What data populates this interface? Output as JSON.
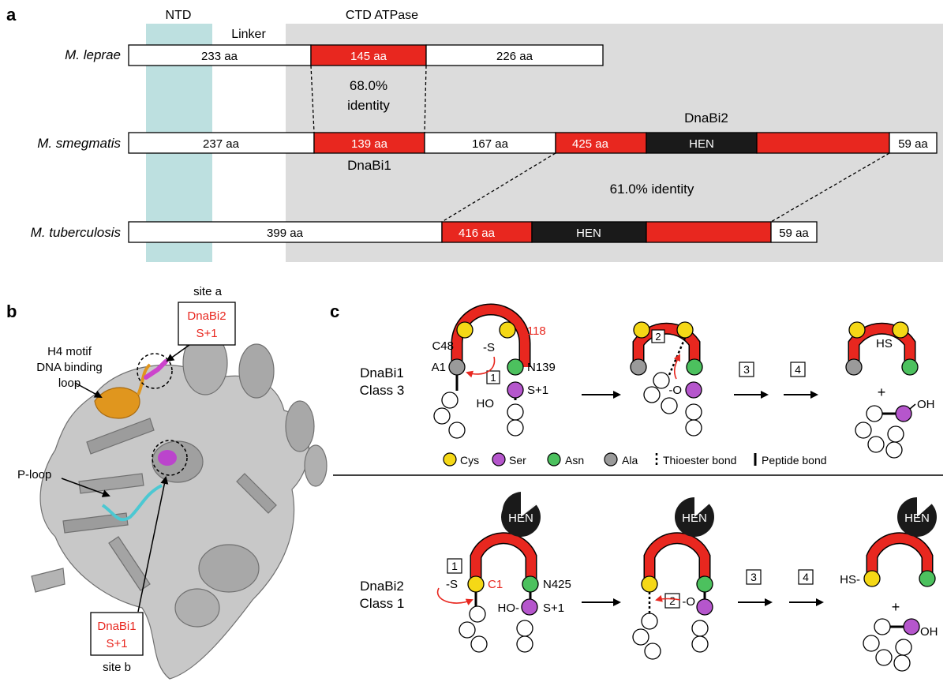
{
  "panels": {
    "a": "a",
    "b": "b",
    "c": "c"
  },
  "panel_a": {
    "header_ntd": "NTD",
    "header_ctd": "CTD ATPase",
    "header_linker": "Linker",
    "species": {
      "leprae": "M. leprae",
      "smegmatis": "M. smegmatis",
      "tuberculosis": "M. tuberculosis"
    },
    "leprae_segments": [
      "233 aa",
      "145 aa",
      "226 aa"
    ],
    "smegmatis_segments": [
      "237 aa",
      "139 aa",
      "167 aa",
      "425 aa",
      "HEN",
      "59 aa"
    ],
    "tuberculosis_segments": [
      "399 aa",
      "416 aa",
      "HEN",
      "59 aa"
    ],
    "identity_1_line1": "68.0%",
    "identity_1_line2": "identity",
    "identity_2": "61.0% identity",
    "dnabi1_label": "DnaBi1",
    "dnabi2_label": "DnaBi2"
  },
  "panel_b": {
    "site_a": "site a",
    "site_a_box_line1": "DnaBi2",
    "site_a_box_line2": "S+1",
    "h4_line1": "H4 motif",
    "h4_line2": "DNA binding",
    "h4_line3": "loop",
    "ploop": "P-loop",
    "site_b_box_line1": "DnaBi1",
    "site_b_box_line2": "S+1",
    "site_b": "site b"
  },
  "panel_c": {
    "class3_line1": "DnaBi1",
    "class3_line2": "Class 3",
    "class1_line1": "DnaBi2",
    "class1_line2": "Class 1",
    "c48": "C48",
    "c118": "C118",
    "a1": "A1",
    "n139": "N139",
    "s1": "S+1",
    "minus_s": "-S",
    "ho": "HO",
    "minus_o": "-O",
    "hs": "HS",
    "oh": "OH",
    "plus": "+",
    "c1": "C1",
    "n425": "N425",
    "hen": "HEN",
    "ho_dash": "HO-",
    "hs_dash": "HS-",
    "minus_o_dash": "-O",
    "steps": [
      "1",
      "2",
      "3",
      "4"
    ],
    "legend": {
      "cys": "Cys",
      "ser": "Ser",
      "asn": "Asn",
      "ala": "Ala",
      "thioester": "Thioester bond",
      "peptide": "Peptide bond"
    }
  },
  "colors": {
    "red": "#e8271f",
    "black": "#1a1a1a",
    "gray_bg": "#dcdcdc",
    "teal": "#bde0e0",
    "cys": "#f5d816",
    "ser": "#b556cc",
    "asn": "#4cc15e",
    "ala": "#9a9a9a",
    "label_red": "#e8271f"
  }
}
